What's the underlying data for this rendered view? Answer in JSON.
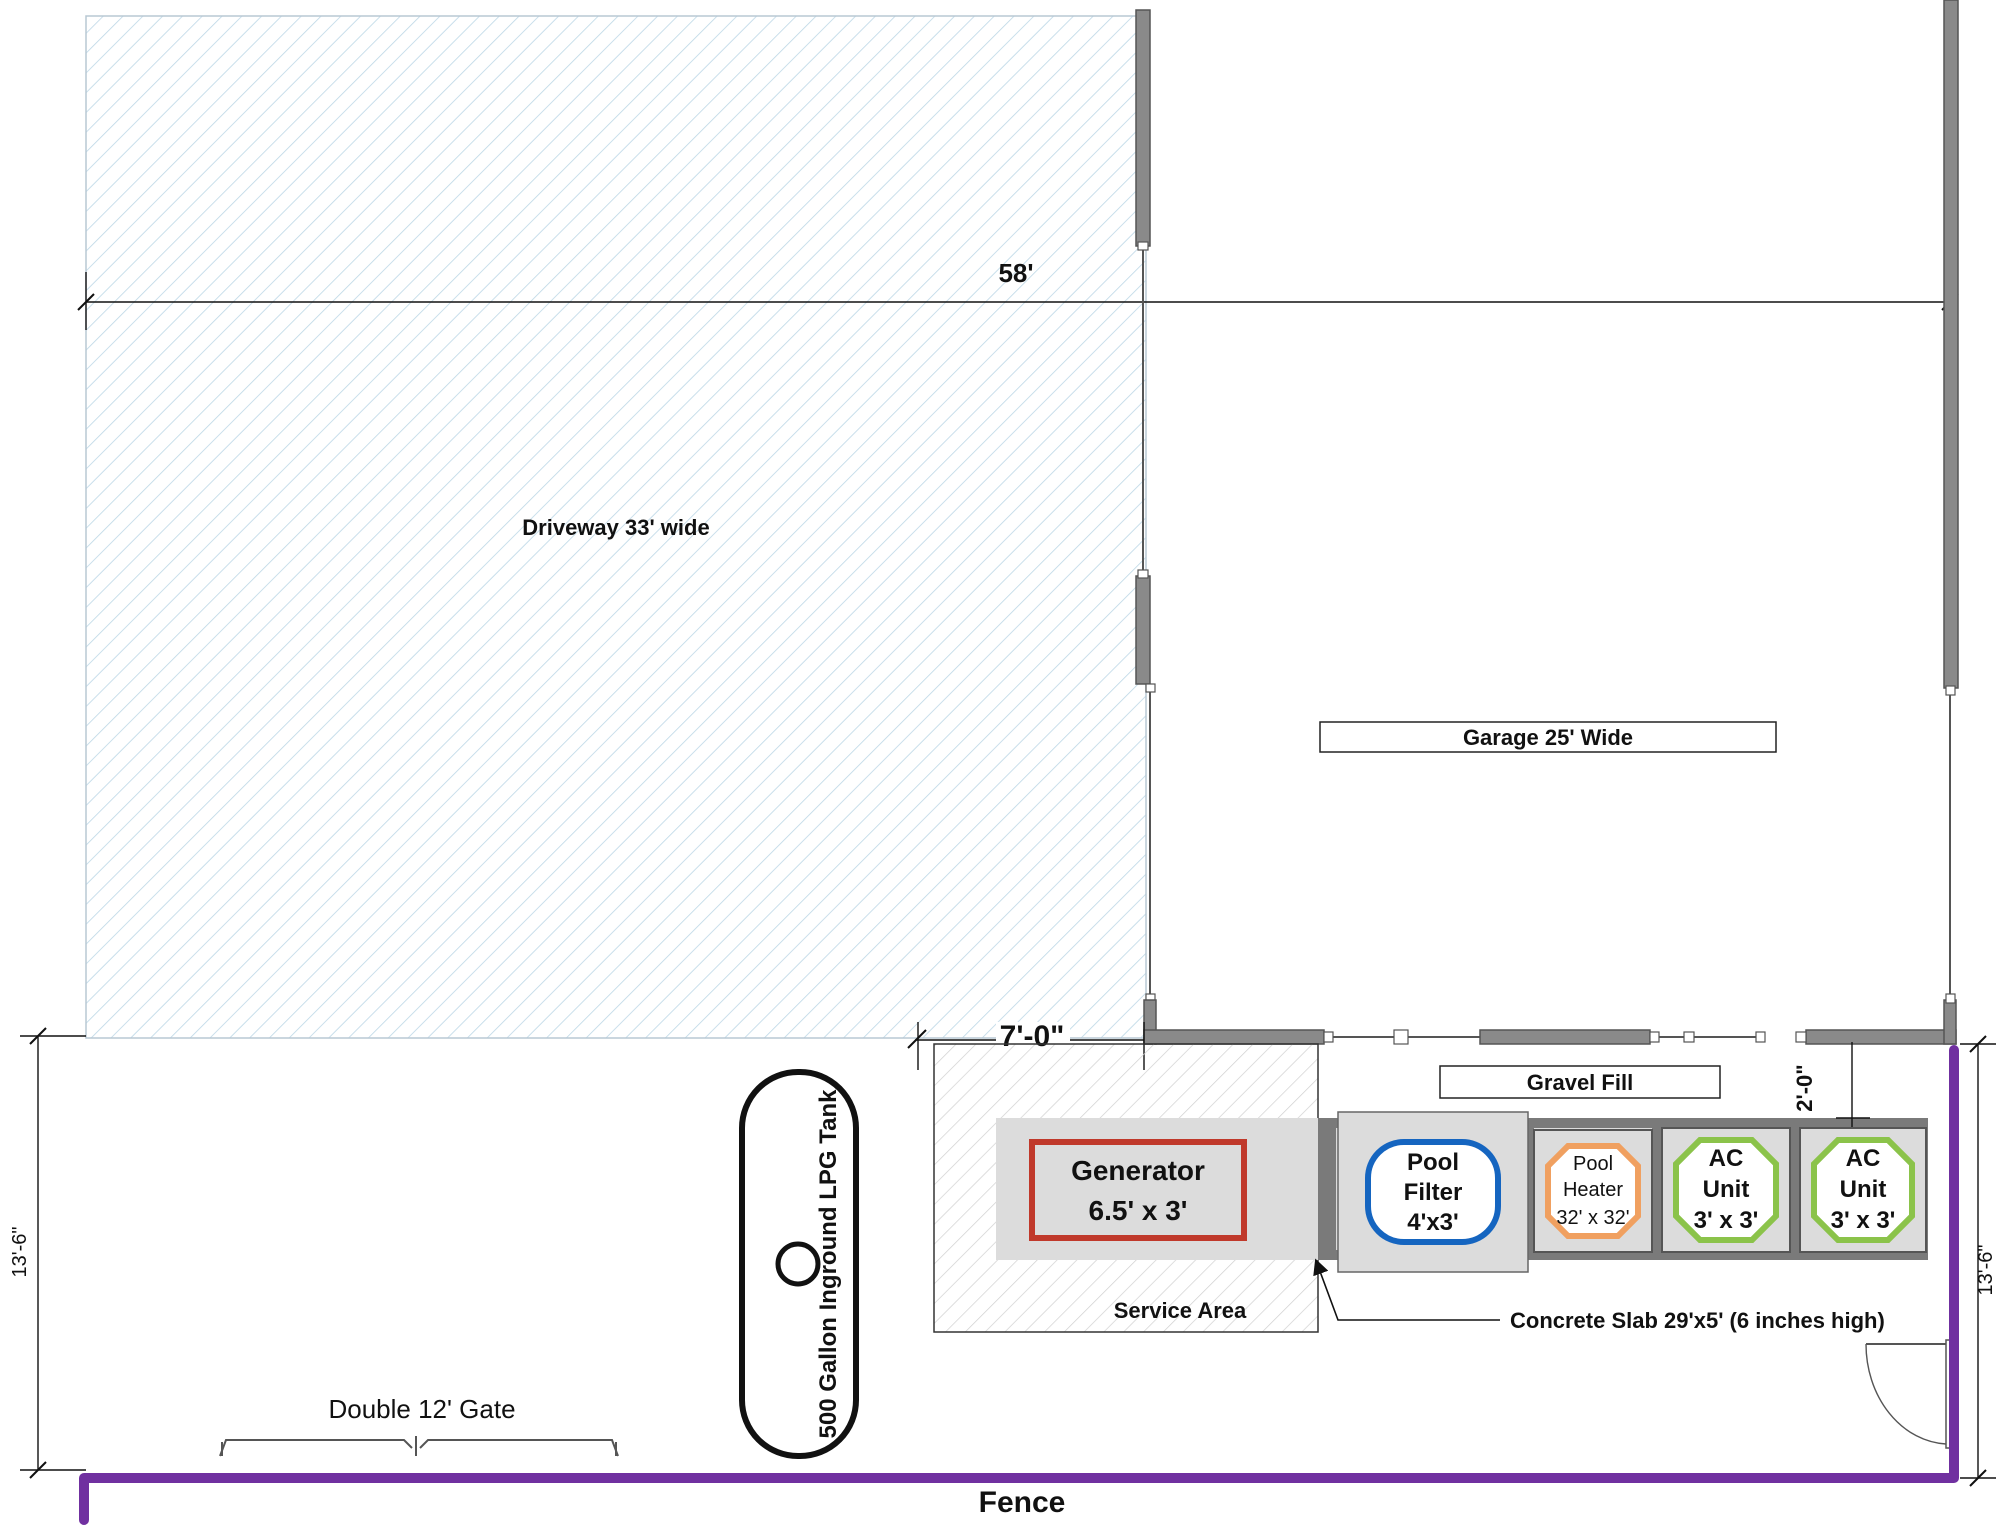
{
  "labels": {
    "dimension_58": "58'",
    "driveway": "Driveway 33' wide",
    "garage": "Garage 25' Wide",
    "dimension_7": "7'-0\"",
    "gravel_fill": "Gravel Fill",
    "dimension_2": "2'-0\"",
    "dimension_13_6_left": "13'-6\"",
    "dimension_13_6_right": "13'-6\"",
    "lpg_tank": "500 Gallon Inground LPG Tank",
    "gate": "Double 12' Gate",
    "fence": "Fence",
    "service_area": "Service Area",
    "concrete_slab": "Concrete Slab 29'x5' (6 inches high)"
  },
  "equipment": {
    "generator": {
      "line1": "Generator",
      "line2": "6.5' x 3'",
      "color": "#c0392b"
    },
    "pool_filter": {
      "line1": "Pool",
      "line2": "Filter",
      "line3": "4'x3'",
      "color": "#1565c0"
    },
    "pool_heater": {
      "line1": "Pool",
      "line2": "Heater",
      "line3": "32' x 32'",
      "color": "#f0a060"
    },
    "ac_unit_1": {
      "line1": "AC",
      "line2": "Unit",
      "line3": "3' x 3'",
      "color": "#8bc34a"
    },
    "ac_unit_2": {
      "line1": "AC",
      "line2": "Unit",
      "line3": "3' x 3'",
      "color": "#8bc34a"
    }
  },
  "colors": {
    "fence": "#7030a0",
    "hatch": "#bcd7e6",
    "slab": "#dcdcdc",
    "wall": "#8a8a8a"
  },
  "icons": {
    "wall": "wall-segment",
    "door": "door-swing-icon",
    "tank_cap": "circle-icon"
  }
}
